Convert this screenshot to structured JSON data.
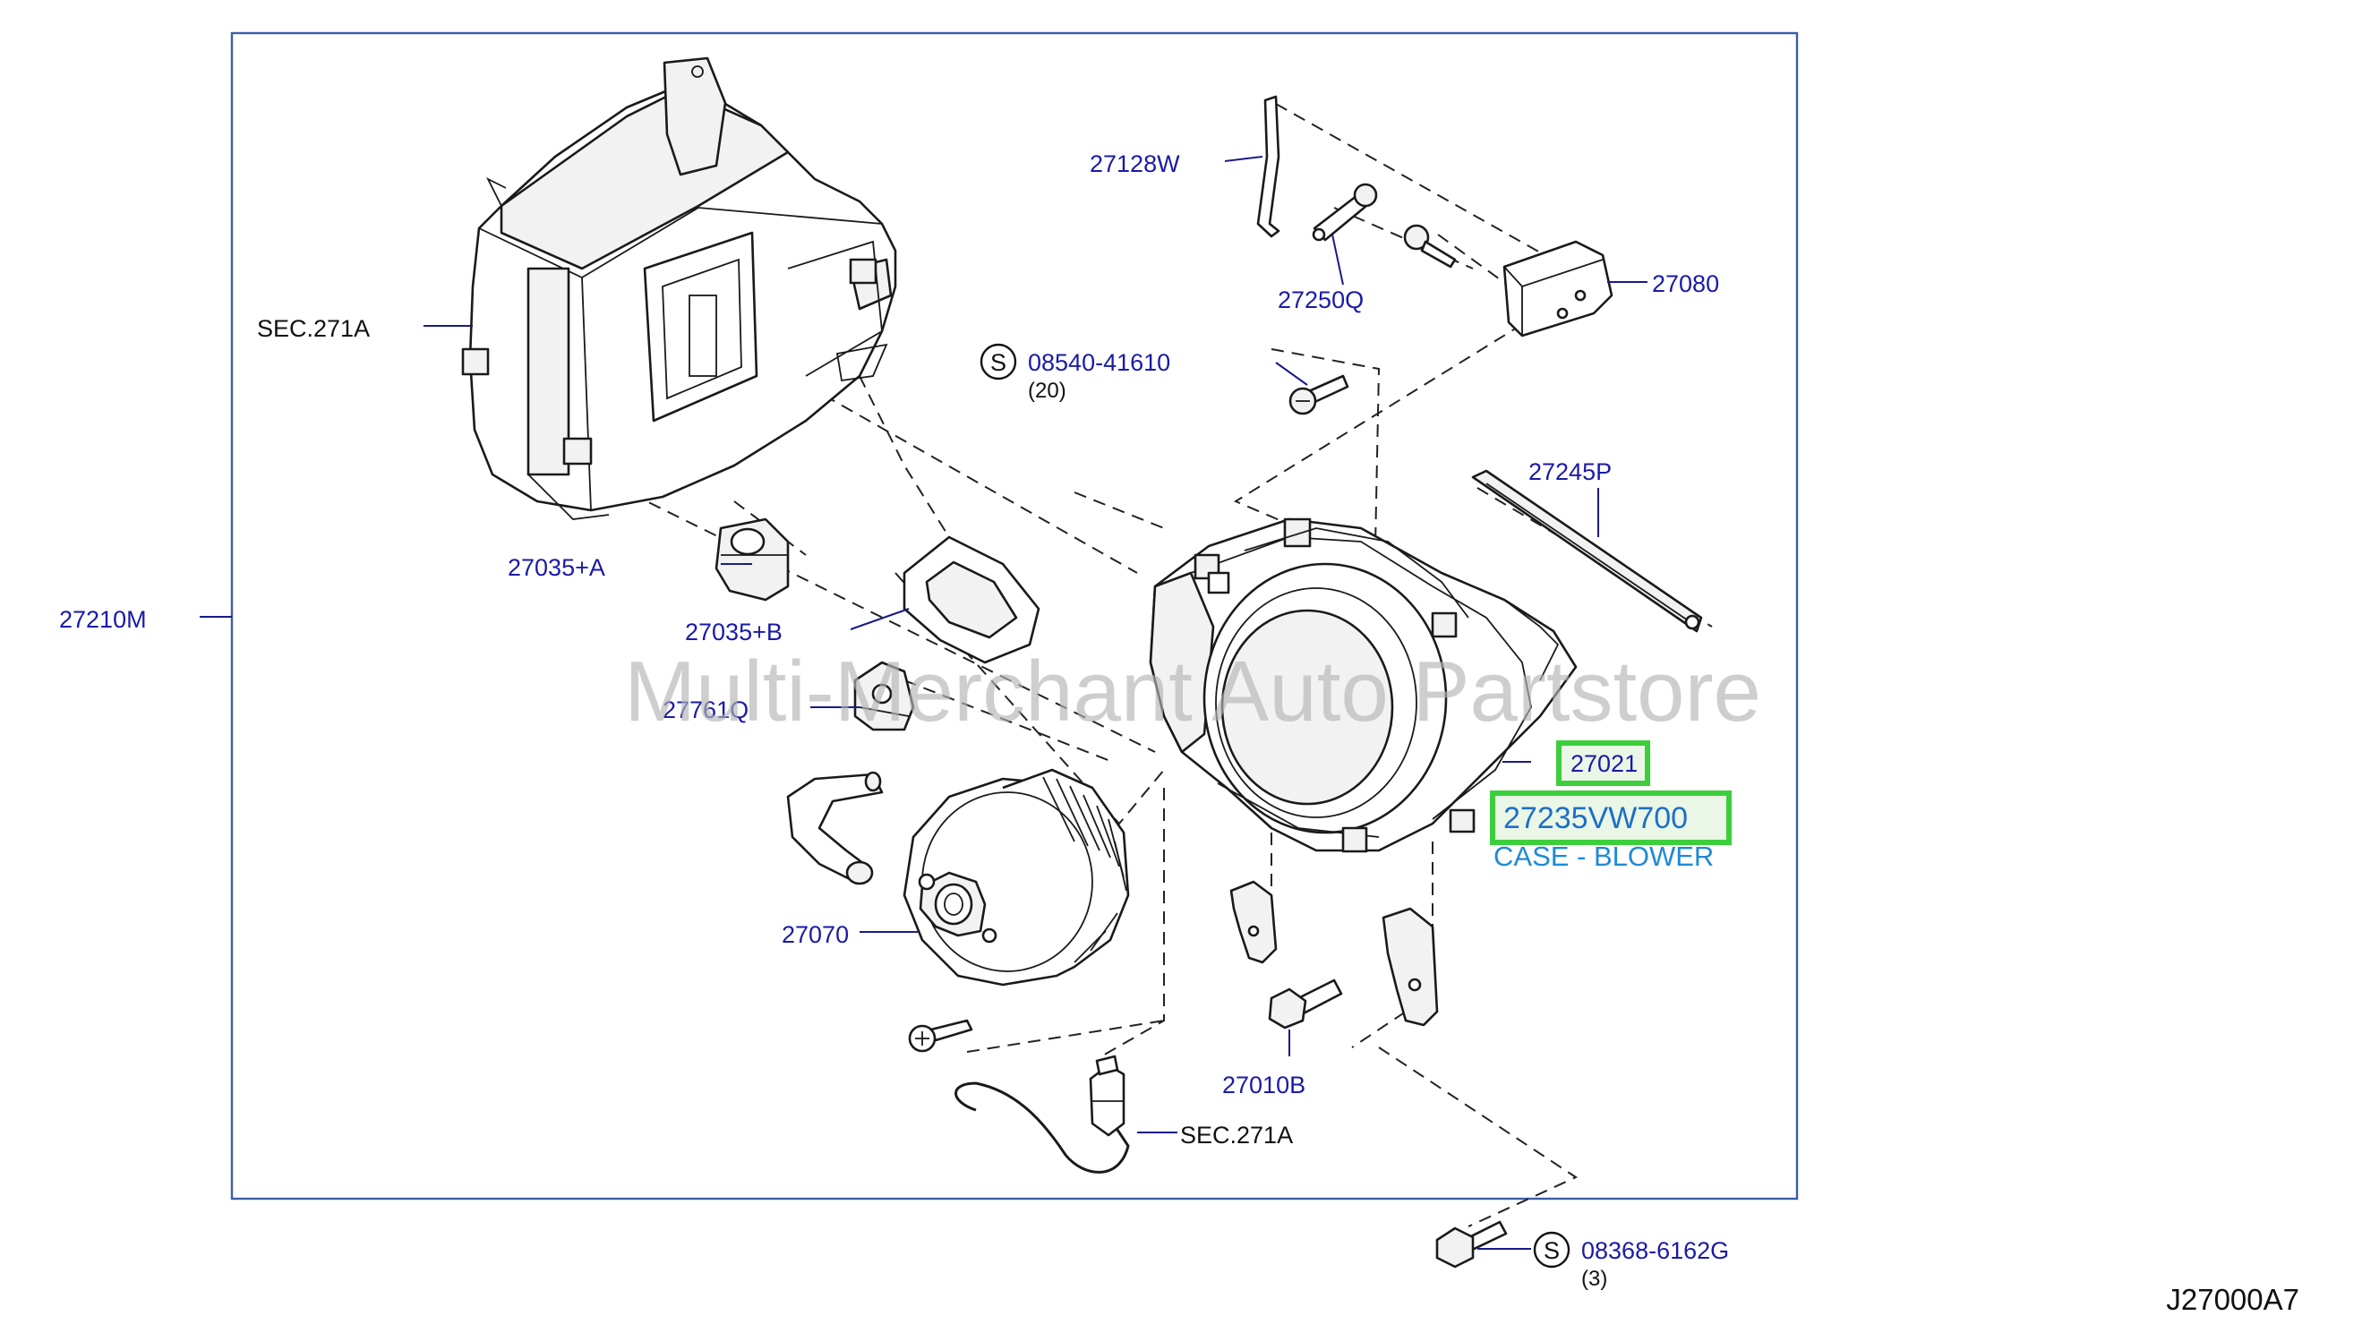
{
  "diagram": {
    "code": "J27000A7",
    "watermark": "Multi-Merchant Auto Partstore",
    "highlight": {
      "part_number": "27235VW700",
      "description": "CASE - BLOWER",
      "ref_number": "27021"
    },
    "labels": {
      "sec271a_top": "SEC.271A",
      "sec271a_bottom": "SEC.271A",
      "p27210m": "27210M",
      "p27035a": "27035+A",
      "p27035b": "27035+B",
      "p27761q": "27761Q",
      "p27070": "27070",
      "p27128w": "27128W",
      "p27250q": "27250Q",
      "p27080": "27080",
      "p27245p": "27245P",
      "p27010b": "27010B",
      "screw_08540": "08540-41610",
      "screw_08540_qty": "(20)",
      "screw_08368": "08368-6162G",
      "screw_08368_qty": "(3)",
      "s_symbol": "S"
    }
  }
}
